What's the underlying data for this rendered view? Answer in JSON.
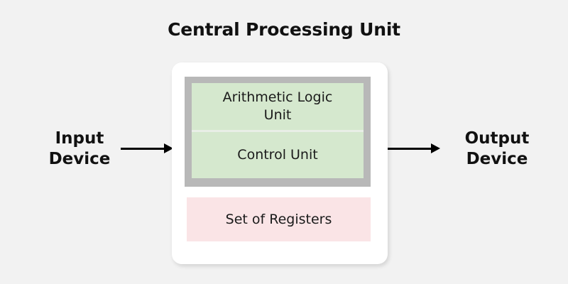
{
  "diagram": {
    "title": "Central Processing Unit",
    "background_color": "#f2f2f2",
    "input": {
      "label_line1": "Input",
      "label_line2": "Device",
      "arrow_icon": "arrow-right-icon"
    },
    "output": {
      "label_line1": "Output",
      "label_line2": "Device",
      "arrow_icon": "arrow-right-icon"
    },
    "cpu": {
      "card_color": "#ffffff",
      "core_frame_color": "#b8b8b8",
      "units": [
        {
          "name": "alu",
          "label_line1": "Arithmetic Logic",
          "label_line2": "Unit",
          "color": "#d5e8ce"
        },
        {
          "name": "control-unit",
          "label_line1": "Control Unit",
          "label_line2": "",
          "color": "#d5e8ce"
        }
      ],
      "registers": {
        "label": "Set of Registers",
        "color": "#fae4e6"
      }
    }
  }
}
